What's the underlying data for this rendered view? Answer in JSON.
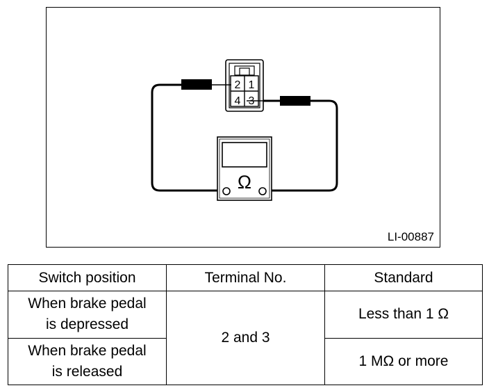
{
  "figure": {
    "id": "LI-00887",
    "connector_terminals": [
      "2",
      "1",
      "4",
      "3"
    ],
    "meter_symbol": "Ω"
  },
  "table": {
    "headers": [
      "Switch position",
      "Terminal No.",
      "Standard"
    ],
    "rows": [
      {
        "position_line1": "When brake pedal",
        "position_line2": "is depressed",
        "standard": "Less than 1 Ω"
      },
      {
        "position_line1": "When brake pedal",
        "position_line2": "is released",
        "standard": "1 MΩ or more"
      }
    ],
    "terminal": "2 and 3"
  }
}
